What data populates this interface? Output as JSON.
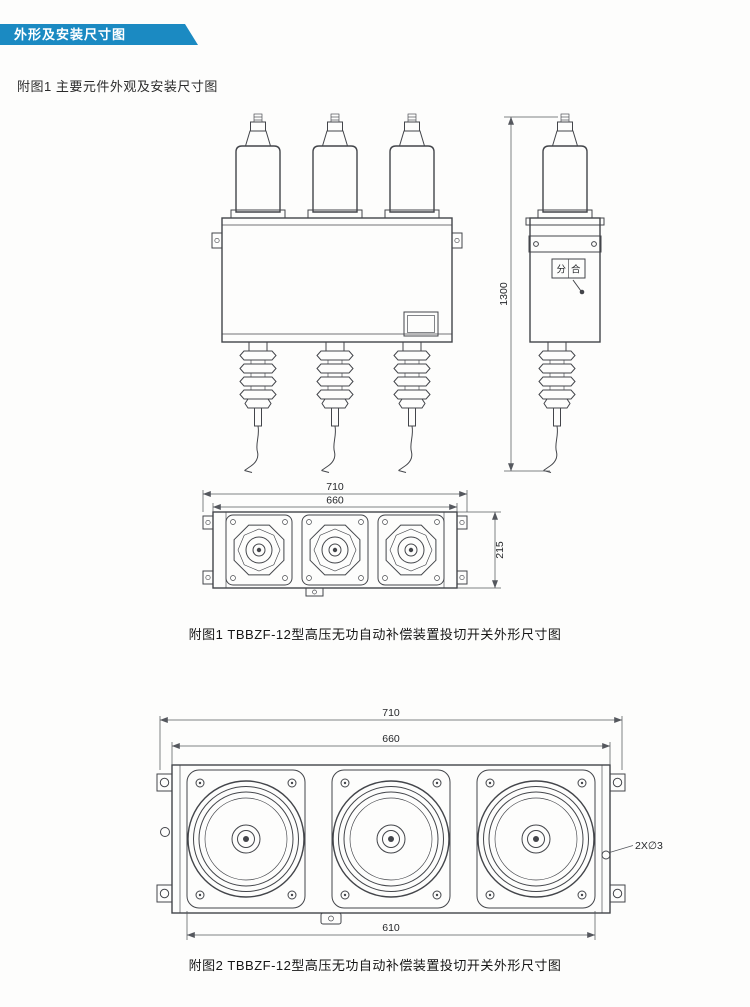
{
  "header": {
    "banner": "外形及安装尺寸图",
    "intro": "附图1 主要元件外观及安装尺寸图"
  },
  "captions": {
    "fig1": "附图1 TBBZF-12型高压无功自动补偿装置投切开关外形尺寸图",
    "fig2": "附图2 TBBZF-12型高压无功自动补偿装置投切开关外形尺寸图"
  },
  "drawing1": {
    "height_dim": "1300",
    "switch_label": "分合"
  },
  "drawing2": {
    "width_outer": "710",
    "width_inner": "660",
    "depth": "215"
  },
  "drawing3": {
    "width_outer": "710",
    "width_inner": "660",
    "width_bottom": "610",
    "hole_note": "2X∅3"
  },
  "colors": {
    "banner_blue": "#1b8ac2",
    "line_dark": "#43454a",
    "paper": "#fdfdfc"
  }
}
